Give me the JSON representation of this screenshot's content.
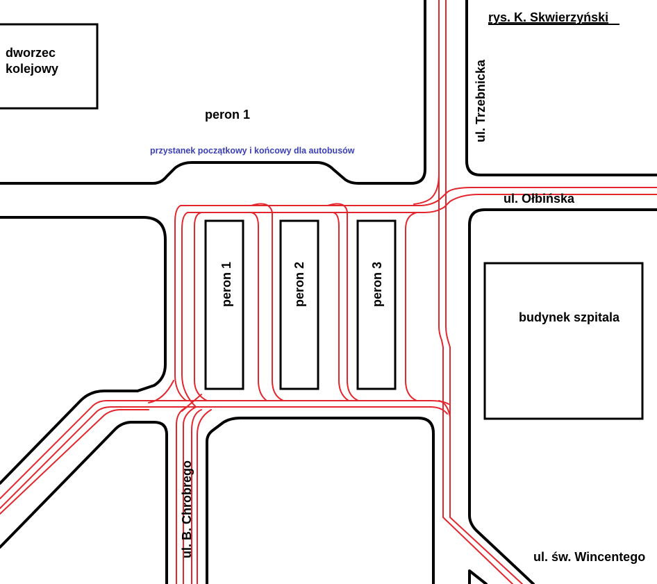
{
  "credit": "rys. K. Skwierzyński",
  "buildings": {
    "station": [
      "dworzec",
      "kolejowy"
    ],
    "hospital": "budynek szpitala"
  },
  "platforms": {
    "north": "peron 1",
    "p1": "peron 1",
    "p2": "peron 2",
    "p3": "peron 3"
  },
  "bus_stop_note": "przystanek początkowy i końcowy dla autobusów",
  "streets": {
    "trzebnicka": "ul. Trzebnicka",
    "olbinska": "ul. Ołbińska",
    "chrobrego": "ul. B. Chrobrego",
    "wincentego": "ul. św. Wincentego"
  },
  "colors": {
    "curb": "#000000",
    "tram_track": "#e3262e",
    "bus_note": "#3b3fb5",
    "background": "#ffffff"
  }
}
